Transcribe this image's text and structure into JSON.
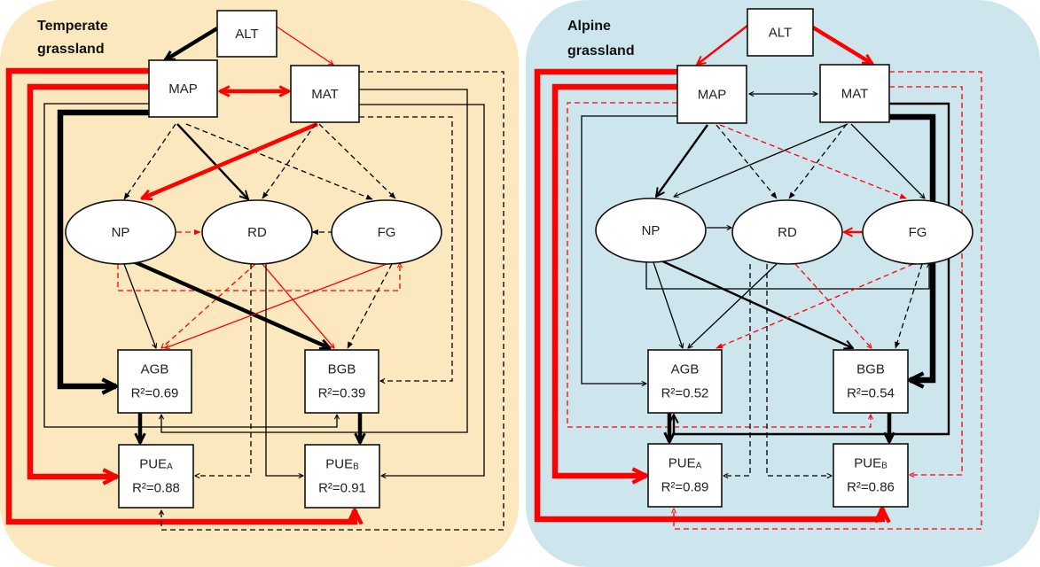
{
  "colors": {
    "temperate_bg": "#FBE8BE",
    "alpine_bg": "#CDE6EE",
    "positive": "#000000",
    "negative": "#FF0000",
    "node_fill": "#FFFFFF"
  },
  "legend_semantics": {
    "solid": "significant path",
    "dashed": "non-significant path",
    "black": "positive effect",
    "red": "negative effect",
    "width": "relative path strength"
  },
  "panels": [
    {
      "id": "temperate",
      "title_line1": "Temperate",
      "title_line2": "grassland",
      "nodes": {
        "ALT": {
          "label": "ALT"
        },
        "MAP": {
          "label": "MAP"
        },
        "MAT": {
          "label": "MAT"
        },
        "NP": {
          "label": "NP"
        },
        "RD": {
          "label": "RD"
        },
        "FG": {
          "label": "FG"
        },
        "AGB": {
          "label": "AGB",
          "r2_label": "R²=0.69",
          "r2": 0.69
        },
        "BGB": {
          "label": "BGB",
          "r2_label": "R²=0.39",
          "r2": 0.39
        },
        "PUEA": {
          "label": "PUE",
          "sub": "A",
          "r2_label": "R²=0.88",
          "r2": 0.88
        },
        "PUEB": {
          "label": "PUE",
          "sub": "B",
          "r2_label": "R²=0.91",
          "r2": 0.91
        }
      },
      "edges": [
        {
          "from": "ALT",
          "to": "MAP",
          "color": "black",
          "style": "solid",
          "weight": "thick"
        },
        {
          "from": "ALT",
          "to": "MAT",
          "color": "red",
          "style": "solid",
          "weight": "thin"
        },
        {
          "from": "MAP",
          "to": "MAT",
          "color": "red",
          "style": "solid",
          "weight": "thick",
          "bidirectional": true
        },
        {
          "from": "MAP",
          "to": "NP",
          "color": "black",
          "style": "dashed",
          "weight": "thin"
        },
        {
          "from": "MAP",
          "to": "RD",
          "color": "black",
          "style": "solid",
          "weight": "medium"
        },
        {
          "from": "MAP",
          "to": "FG",
          "color": "black",
          "style": "dashed",
          "weight": "thin"
        },
        {
          "from": "MAT",
          "to": "NP",
          "color": "red",
          "style": "solid",
          "weight": "thick"
        },
        {
          "from": "MAT",
          "to": "RD",
          "color": "black",
          "style": "dashed",
          "weight": "thin"
        },
        {
          "from": "MAT",
          "to": "FG",
          "color": "black",
          "style": "dashed",
          "weight": "thin"
        },
        {
          "from": "NP",
          "to": "RD",
          "color": "red",
          "style": "dashed",
          "weight": "thin"
        },
        {
          "from": "FG",
          "to": "RD",
          "color": "black",
          "style": "dashed",
          "weight": "thin"
        },
        {
          "from": "NP",
          "to": "FG",
          "color": "red",
          "style": "dashed",
          "weight": "thin"
        },
        {
          "from": "NP",
          "to": "AGB",
          "color": "black",
          "style": "solid",
          "weight": "thin"
        },
        {
          "from": "NP",
          "to": "BGB",
          "color": "black",
          "style": "solid",
          "weight": "thick"
        },
        {
          "from": "RD",
          "to": "AGB",
          "color": "red",
          "style": "dashed",
          "weight": "thin"
        },
        {
          "from": "RD",
          "to": "BGB",
          "color": "red",
          "style": "solid",
          "weight": "thin"
        },
        {
          "from": "FG",
          "to": "AGB",
          "color": "red",
          "style": "solid",
          "weight": "thin"
        },
        {
          "from": "FG",
          "to": "BGB",
          "color": "black",
          "style": "dashed",
          "weight": "thin"
        },
        {
          "from": "MAP",
          "to": "AGB",
          "color": "black",
          "style": "solid",
          "weight": "thick"
        },
        {
          "from": "MAP",
          "to": "PUEA",
          "color": "red",
          "style": "solid",
          "weight": "thick"
        },
        {
          "from": "MAP",
          "to": "PUEB",
          "color": "red",
          "style": "solid",
          "weight": "thick"
        },
        {
          "from": "MAP",
          "to": "BGB",
          "color": "black",
          "style": "solid",
          "weight": "thin"
        },
        {
          "from": "MAT",
          "to": "AGB",
          "color": "black",
          "style": "solid",
          "weight": "thin"
        },
        {
          "from": "MAT",
          "to": "BGB",
          "color": "black",
          "style": "dashed",
          "weight": "thin"
        },
        {
          "from": "MAT",
          "to": "PUEB",
          "color": "black",
          "style": "solid",
          "weight": "thin"
        },
        {
          "from": "MAT",
          "to": "PUEA",
          "color": "black",
          "style": "dashed",
          "weight": "thin"
        },
        {
          "from": "RD",
          "to": "PUEA",
          "color": "black",
          "style": "dashed",
          "weight": "thin"
        },
        {
          "from": "RD",
          "to": "PUEB",
          "color": "black",
          "style": "solid",
          "weight": "thin"
        },
        {
          "from": "AGB",
          "to": "PUEA",
          "color": "black",
          "style": "solid",
          "weight": "thick"
        },
        {
          "from": "BGB",
          "to": "PUEB",
          "color": "black",
          "style": "solid",
          "weight": "thick"
        }
      ]
    },
    {
      "id": "alpine",
      "title_line1": "Alpine",
      "title_line2": "grassland",
      "nodes": {
        "ALT": {
          "label": "ALT"
        },
        "MAP": {
          "label": "MAP"
        },
        "MAT": {
          "label": "MAT"
        },
        "NP": {
          "label": "NP"
        },
        "RD": {
          "label": "RD"
        },
        "FG": {
          "label": "FG"
        },
        "AGB": {
          "label": "AGB",
          "r2_label": "R²=0.52",
          "r2": 0.52
        },
        "BGB": {
          "label": "BGB",
          "r2_label": "R²=0.54",
          "r2": 0.54
        },
        "PUEA": {
          "label": "PUE",
          "sub": "A",
          "r2_label": "R²=0.89",
          "r2": 0.89
        },
        "PUEB": {
          "label": "PUE",
          "sub": "B",
          "r2_label": "R²=0.86",
          "r2": 0.86
        }
      },
      "edges": [
        {
          "from": "ALT",
          "to": "MAP",
          "color": "red",
          "style": "solid",
          "weight": "medium"
        },
        {
          "from": "ALT",
          "to": "MAT",
          "color": "red",
          "style": "solid",
          "weight": "thick"
        },
        {
          "from": "MAP",
          "to": "MAT",
          "color": "black",
          "style": "solid",
          "weight": "thin",
          "bidirectional": true
        },
        {
          "from": "MAP",
          "to": "NP",
          "color": "black",
          "style": "solid",
          "weight": "medium"
        },
        {
          "from": "MAP",
          "to": "RD",
          "color": "black",
          "style": "dashed",
          "weight": "thin"
        },
        {
          "from": "MAP",
          "to": "FG",
          "color": "red",
          "style": "dashed",
          "weight": "thin"
        },
        {
          "from": "MAT",
          "to": "NP",
          "color": "black",
          "style": "solid",
          "weight": "thin"
        },
        {
          "from": "MAT",
          "to": "RD",
          "color": "black",
          "style": "dashed",
          "weight": "thin"
        },
        {
          "from": "MAT",
          "to": "FG",
          "color": "black",
          "style": "solid",
          "weight": "thin"
        },
        {
          "from": "NP",
          "to": "RD",
          "color": "black",
          "style": "solid",
          "weight": "thin"
        },
        {
          "from": "FG",
          "to": "RD",
          "color": "red",
          "style": "solid",
          "weight": "medium"
        },
        {
          "from": "NP",
          "to": "FG",
          "color": "black",
          "style": "solid",
          "weight": "thin"
        },
        {
          "from": "NP",
          "to": "AGB",
          "color": "black",
          "style": "solid",
          "weight": "thin"
        },
        {
          "from": "NP",
          "to": "BGB",
          "color": "black",
          "style": "solid",
          "weight": "medium"
        },
        {
          "from": "RD",
          "to": "AGB",
          "color": "black",
          "style": "solid",
          "weight": "thin"
        },
        {
          "from": "RD",
          "to": "BGB",
          "color": "red",
          "style": "dashed",
          "weight": "thin"
        },
        {
          "from": "FG",
          "to": "AGB",
          "color": "red",
          "style": "dashed",
          "weight": "thin"
        },
        {
          "from": "FG",
          "to": "BGB",
          "color": "black",
          "style": "dashed",
          "weight": "thin"
        },
        {
          "from": "MAP",
          "to": "AGB",
          "color": "black",
          "style": "solid",
          "weight": "thin"
        },
        {
          "from": "MAP",
          "to": "PUEA",
          "color": "red",
          "style": "solid",
          "weight": "thick"
        },
        {
          "from": "MAP",
          "to": "PUEB",
          "color": "red",
          "style": "solid",
          "weight": "thick"
        },
        {
          "from": "MAP",
          "to": "BGB",
          "color": "red",
          "style": "dashed",
          "weight": "thin"
        },
        {
          "from": "MAT",
          "to": "AGB",
          "color": "black",
          "style": "solid",
          "weight": "medium"
        },
        {
          "from": "MAT",
          "to": "BGB",
          "color": "black",
          "style": "solid",
          "weight": "thick"
        },
        {
          "from": "MAT",
          "to": "PUEB",
          "color": "red",
          "style": "dashed",
          "weight": "thin"
        },
        {
          "from": "MAT",
          "to": "PUEA",
          "color": "red",
          "style": "dashed",
          "weight": "thin"
        },
        {
          "from": "RD",
          "to": "PUEA",
          "color": "black",
          "style": "dashed",
          "weight": "thin"
        },
        {
          "from": "RD",
          "to": "PUEB",
          "color": "black",
          "style": "dashed",
          "weight": "thin"
        },
        {
          "from": "AGB",
          "to": "PUEA",
          "color": "black",
          "style": "solid",
          "weight": "thick"
        },
        {
          "from": "BGB",
          "to": "PUEB",
          "color": "black",
          "style": "solid",
          "weight": "thick"
        }
      ]
    }
  ]
}
